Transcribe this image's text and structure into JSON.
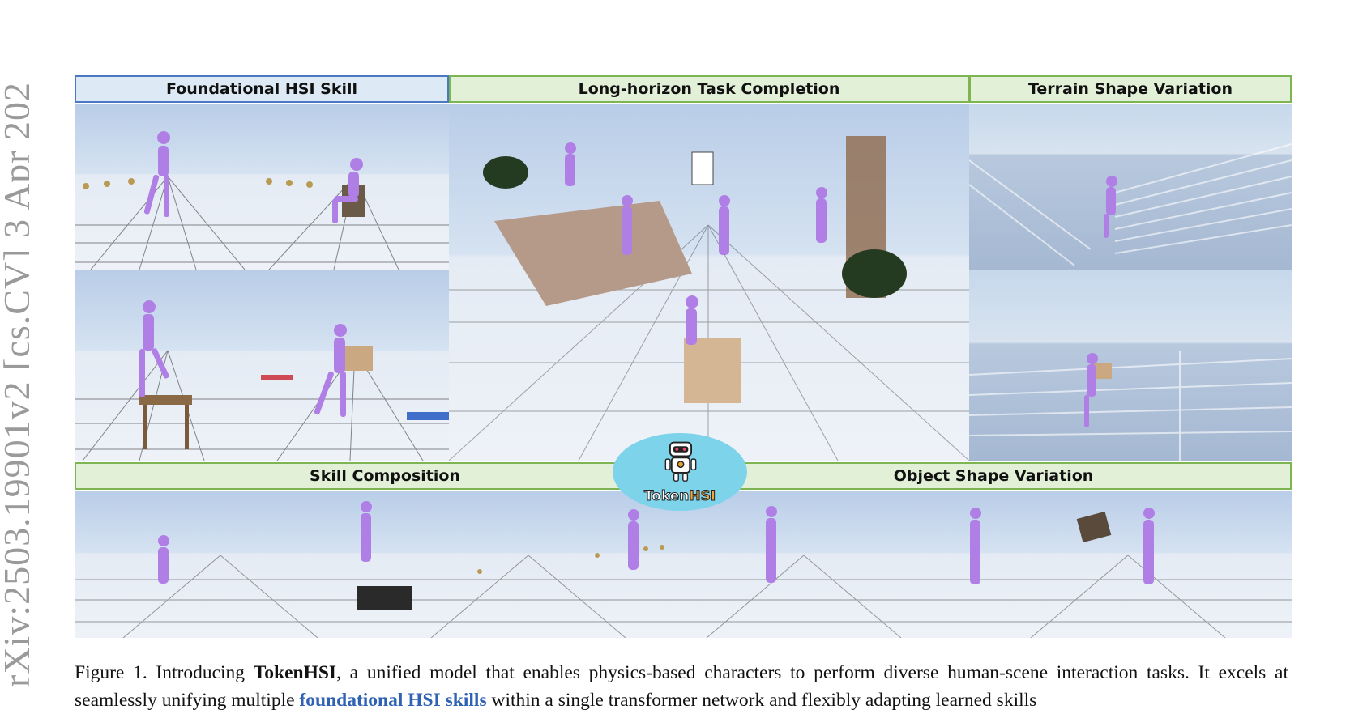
{
  "arxiv_margin": "rXiv:2503.19901v2  [cs.CV]  3 Apr 202",
  "title_fragment": "",
  "headers": {
    "foundational": "Foundational HSI Skill",
    "long_horizon": "Long-horizon Task Completion",
    "terrain": "Terrain Shape Variation",
    "skill_composition": "Skill Composition",
    "object_shape": "Object Shape Variation"
  },
  "logo": {
    "name_part1": "Token",
    "name_part2": "HSI",
    "icon": "robot-icon"
  },
  "caption": {
    "prefix": "Figure 1. Introducing ",
    "model_name": "TokenHSI",
    "middle": ", a unified model that enables physics-based characters to perform diverse human-scene interaction tasks. It excels at seamlessly unifying multiple ",
    "link_text": "foundational HSI skills",
    "suffix": " within a single transformer network and flexibly adapting learned skills"
  },
  "colors": {
    "blue_border": "#4a78c2",
    "green_border": "#7cb552",
    "character": "#b07fe6",
    "link": "#2f62b5"
  }
}
